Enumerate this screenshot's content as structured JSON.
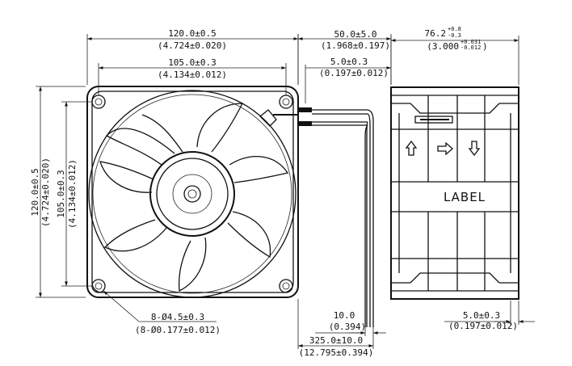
{
  "dimensions": {
    "overall_width": {
      "value": "120.0±0.5",
      "inch": "(4.724±0.020)"
    },
    "hole_spacing_w": {
      "value": "105.0±0.3",
      "inch": "(4.134±0.012)"
    },
    "overall_height": {
      "value": "120.0±0.5",
      "inch": "(4.724±0.020)"
    },
    "hole_spacing_h": {
      "value": "105.0±0.3",
      "inch": "(4.134±0.012)"
    },
    "holes": {
      "value": "8-Ø4.5±0.3",
      "inch": "(8-Ø0.177±0.012)"
    },
    "lead_offset": {
      "value": "50.0±5.0",
      "inch": "(1.968±0.197)"
    },
    "lead_strip": {
      "value": "5.0±0.3",
      "inch": "(0.197±0.012)"
    },
    "depth": {
      "value": "76.2",
      "tol_plus": "+0.8",
      "tol_minus": "-0.3",
      "inch": "(3.000",
      "inch_tol_plus": "+0.031",
      "inch_tol_minus": "-0.012",
      "inch_close": ")"
    },
    "wire_tip": {
      "value": "10.0",
      "inch": "(0.394)"
    },
    "wire_length": {
      "value": "325.0±10.0",
      "inch": "(12.795±0.394)"
    },
    "flange": {
      "value": "5.0±0.3",
      "inch": "(0.197±0.012)"
    }
  },
  "side_view": {
    "label": "LABEL"
  },
  "icons": [
    "airflow-arrow-up-icon",
    "airflow-arrow-right-icon",
    "airflow-arrow-down-icon"
  ]
}
